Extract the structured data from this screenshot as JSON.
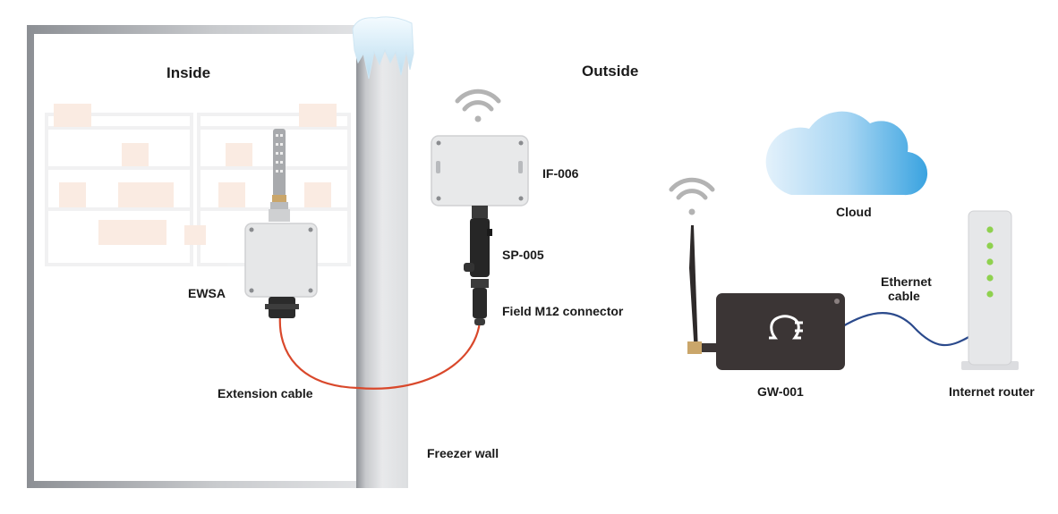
{
  "labels": {
    "inside": "Inside",
    "outside": "Outside",
    "ewsa": "EWSA",
    "extension_cable": "Extension cable",
    "if006": "IF-006",
    "sp005": "SP-005",
    "field_m12": "Field M12 connector",
    "freezer_wall": "Freezer wall",
    "cloud": "Cloud",
    "gw001": "GW-001",
    "ethernet_line1": "Ethernet",
    "ethernet_line2": "cable",
    "internet_router": "Internet router"
  },
  "colors": {
    "cable_red": "#d9482b",
    "cable_blue": "#2b4a8c",
    "gateway_body": "#3b3535",
    "router_led": "#8fd14f",
    "cloud_light": "#dff0fb",
    "cloud_dark": "#3aa3e0",
    "wifi_gray": "#b3b3b3"
  },
  "icons": {
    "wifi_sensor": "wifi-signal-icon",
    "wifi_gateway": "wifi-signal-icon",
    "cloud": "cloud-icon",
    "gateway_logo": "omega-logo-icon"
  }
}
